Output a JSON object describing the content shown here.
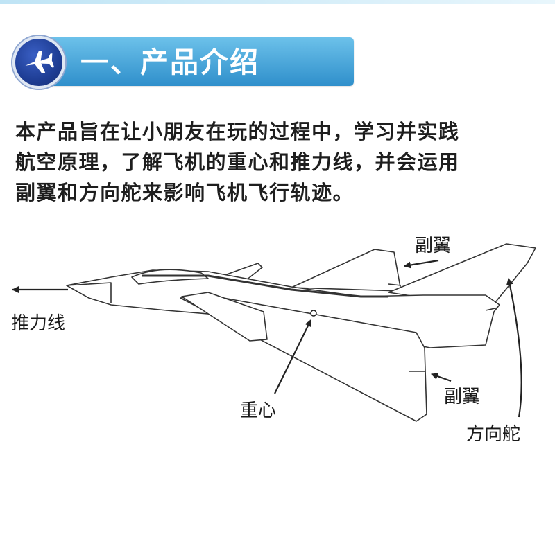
{
  "section": {
    "title": "一、产品介绍",
    "icon": "airplane-icon"
  },
  "intro": {
    "lines": [
      "本产品旨在让小朋友在玩的过程中，学习并实践",
      "航空原理，了解飞机的重心和推力线，并会运用",
      "副翼和方向舵来影响飞机飞行轨迹。"
    ]
  },
  "diagram": {
    "labels": {
      "aileron_top": "副翼",
      "thrust_line": "推力线",
      "center_of_gravity": "重心",
      "aileron_bottom": "副翼",
      "rudder": "方向舵"
    }
  },
  "colors": {
    "header_blue": "#3a9ad6",
    "badge_navy": "#1e3d94",
    "line": "#333333"
  }
}
